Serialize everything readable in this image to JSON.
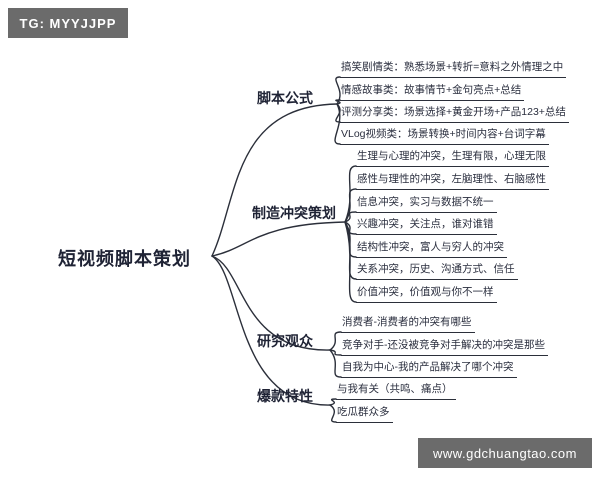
{
  "watermarks": {
    "top_left": "TG: MYYJJPP",
    "bottom_right": "www.gdchuangtao.com"
  },
  "mindmap": {
    "root": "短视频脚本策划",
    "branches": [
      {
        "label": "脚本公式",
        "leaves": [
          "搞笑剧情类：熟悉场景+转折=意料之外情理之中",
          "情感故事类：故事情节+金句亮点+总结",
          "评测分享类：场景选择+黄金开场+产品123+总结",
          "VLog视频类：场景转换+时间内容+台词字幕"
        ]
      },
      {
        "label": "制造冲突策划",
        "leaves": [
          "生理与心理的冲突，生理有限，心理无限",
          "感性与理性的冲突，左脑理性、右脑感性",
          "信息冲突，实习与数据不统一",
          "兴趣冲突，关注点，谁对谁错",
          "结构性冲突，富人与穷人的冲突",
          "关系冲突，历史、沟通方式、信任",
          "价值冲突，价值观与你不一样"
        ]
      },
      {
        "label": "研究观众",
        "leaves": [
          "消费者-消费者的冲突有哪些",
          "竞争对手-还没被竞争对手解决的冲突是那些",
          "自我为中心-我的产品解决了哪个冲突"
        ]
      },
      {
        "label": "爆款特性",
        "leaves": [
          "与我有关（共鸣、痛点）",
          "吃瓜群众多"
        ]
      }
    ]
  },
  "colors": {
    "background": "#ffffff",
    "text": "#262b3d",
    "line": "#2b2f3a",
    "badge_bg": "#6b6b6b",
    "badge_text": "#ffffff"
  }
}
